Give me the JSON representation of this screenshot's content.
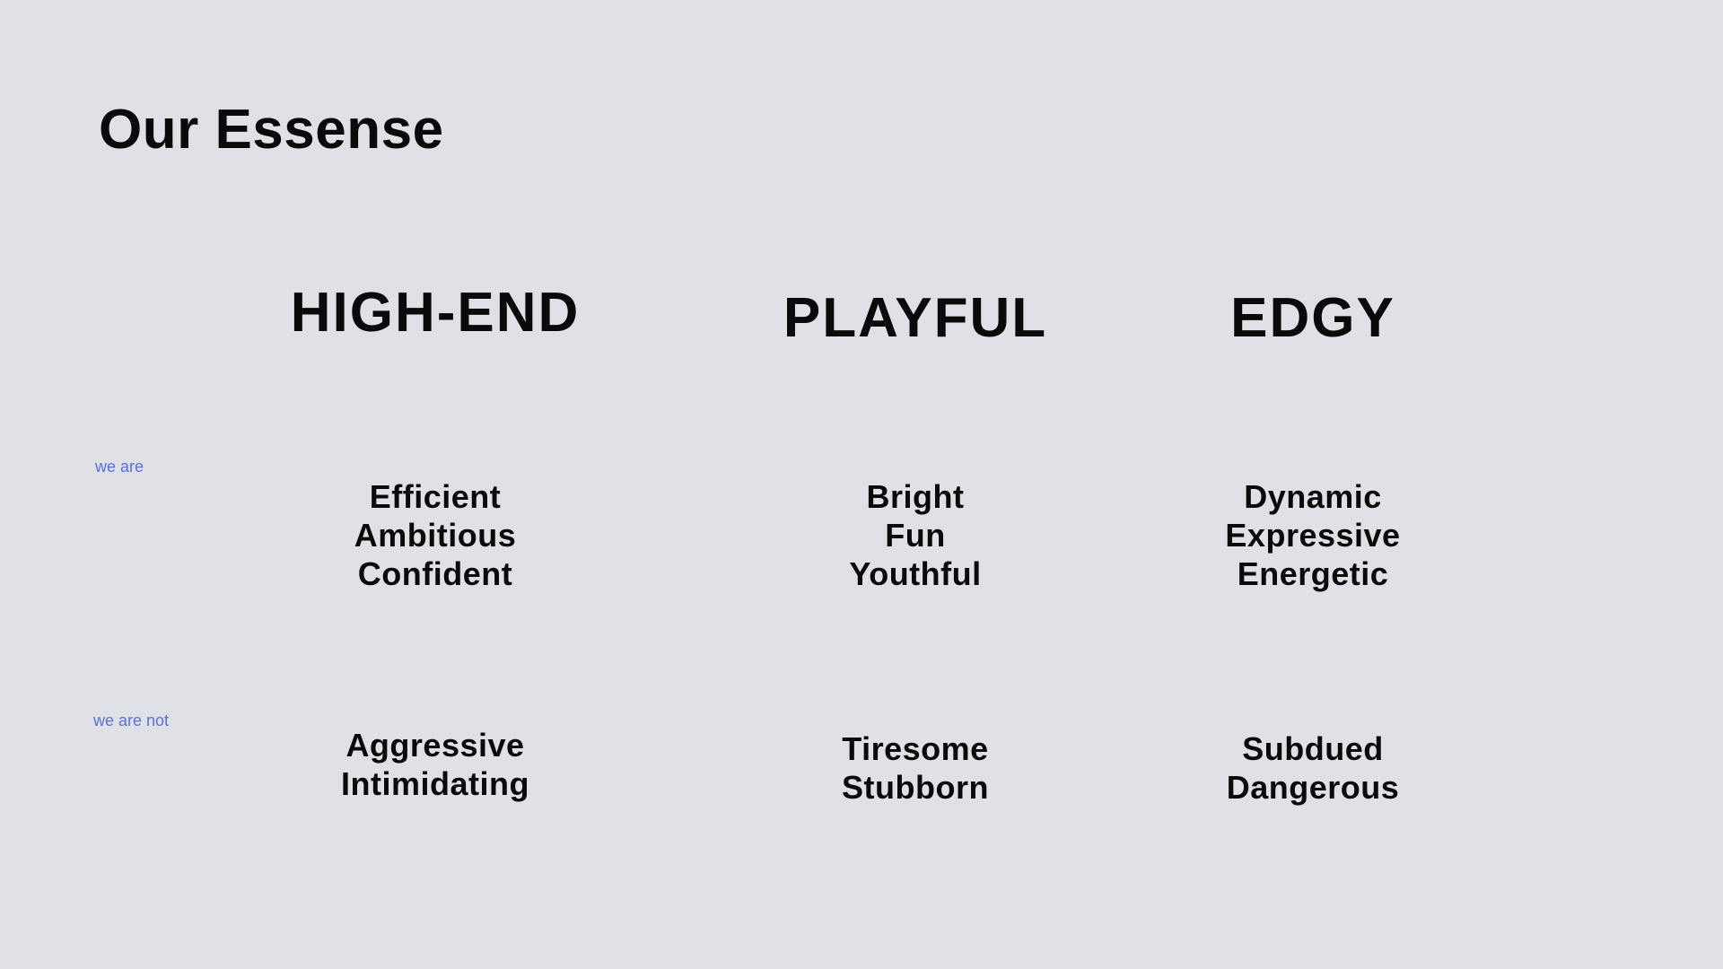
{
  "colors": {
    "background": "#e0e1e6",
    "text": "#0a0a0a",
    "row_label": "#5a70d8"
  },
  "title": "Our Essense",
  "row_labels": {
    "we_are": "we are",
    "we_are_not": "we are not"
  },
  "columns": [
    {
      "heading": "HIGH-END",
      "we_are": [
        "Efficient",
        "Ambitious",
        "Confident"
      ],
      "we_are_not": [
        "Aggressive",
        "Intimidating"
      ]
    },
    {
      "heading": "PLAYFUL",
      "we_are": [
        "Bright",
        "Fun",
        "Youthful"
      ],
      "we_are_not": [
        "Tiresome",
        "Stubborn"
      ]
    },
    {
      "heading": "EDGY",
      "we_are": [
        "Dynamic",
        "Expressive",
        "Energetic"
      ],
      "we_are_not": [
        "Subdued",
        "Dangerous"
      ]
    }
  ]
}
